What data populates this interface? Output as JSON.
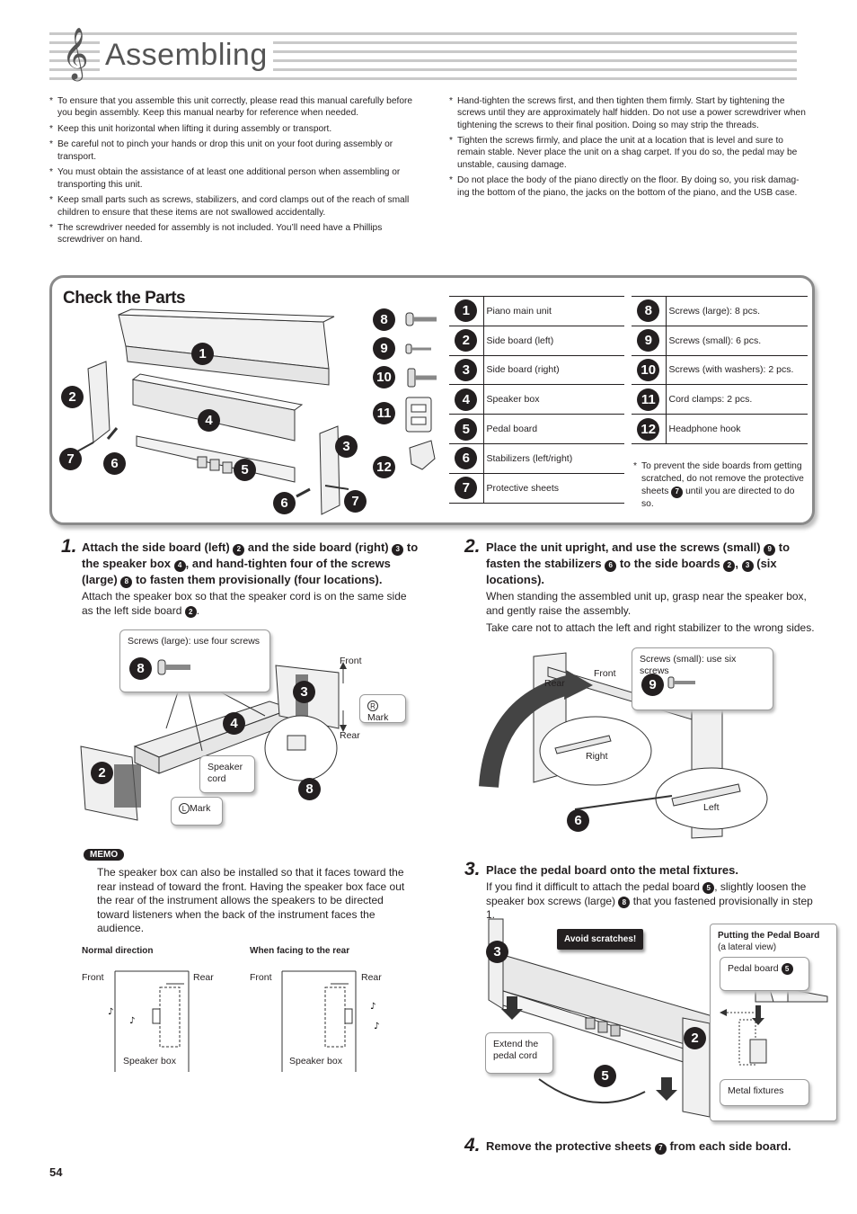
{
  "header": {
    "title": "Assembling"
  },
  "notes_left": [
    "To ensure that you assemble this unit correctly, please read this manual carefully before you begin assembly. Keep this manual nearby for reference when needed.",
    "Keep this unit horizontal when lifting it during assembly or transport.",
    "Be careful not to pinch your hands or drop this unit on your foot during assembly or transport.",
    "You must obtain the assistance of at least one additional person when assembling or transporting this unit.",
    "Keep small parts such as screws, stabilizers, and cord clamps out of the reach of small children to ensure that these items are not swallowed accidentally.",
    "The screwdriver needed for assembly is not included. You’ll need have a Phillips screwdriver on hand."
  ],
  "notes_right": [
    "Hand-tighten the screws first, and then tighten them firmly. Start by tightening the screws until they are approximately half hidden. Do not use a power screwdriver when tightening the screws to their final position. Doing so may strip the threads.",
    "Tighten the screws firmly, and place the unit at a location that is level and sure to remain stable. Never place the unit on a shag carpet. If you do so, the pedal may be unstable, causing damage.",
    "Do not place the body of the piano directly on the floor. By doing so, you risk damag- ing the bottom of the piano, the jacks on the bottom of the piano, and the USB case."
  ],
  "check_parts": {
    "title": "Check the Parts",
    "parts_left": [
      {
        "num": "1",
        "label": "Piano main unit"
      },
      {
        "num": "2",
        "label": "Side board (left)"
      },
      {
        "num": "3",
        "label": "Side board (right)"
      },
      {
        "num": "4",
        "label": "Speaker box"
      },
      {
        "num": "5",
        "label": "Pedal board"
      },
      {
        "num": "6",
        "label": "Stabilizers (left/right)"
      },
      {
        "num": "7",
        "label": "Protective sheets"
      }
    ],
    "parts_right": [
      {
        "num": "8",
        "label": "Screws (large): 8 pcs."
      },
      {
        "num": "9",
        "label": "Screws (small): 6 pcs."
      },
      {
        "num": "10",
        "label": "Screws (with washers): 2 pcs."
      },
      {
        "num": "11",
        "label": "Cord clamps: 2 pcs."
      },
      {
        "num": "12",
        "label": "Headphone hook"
      }
    ],
    "note": "To prevent the side boards from getting scratched, do not remove the protective sheets {7} until you are directed to do so.",
    "diagram_numbers": [
      "1",
      "2",
      "3",
      "4",
      "5",
      "6",
      "7",
      "6",
      "7",
      "8",
      "9",
      "10",
      "11",
      "12"
    ]
  },
  "steps": {
    "s1": {
      "num": "1.",
      "head_parts": [
        "Attach the side board (left) ",
        " and the side board (right) ",
        " to the speaker box ",
        ", and hand-tighten four of the screws (large) ",
        " to fasten them provisionally (four locations)."
      ],
      "head_badges": [
        "2",
        "3",
        "4",
        "8"
      ],
      "body_parts": [
        "Attach the speaker box so that the speaker cord is on the same side as the left side board ",
        "."
      ],
      "body_badges": [
        "2"
      ],
      "callout_screws": "Screws (large): use four screws",
      "front": "Front",
      "rear": "Rear",
      "r_mark": "Mark",
      "r_letter": "R",
      "l_mark": "Mark",
      "l_letter": "L",
      "speaker_cord": "Speaker cord",
      "diagram_numbers": [
        "8",
        "3",
        "4",
        "2",
        "8"
      ]
    },
    "memo": {
      "tag": "MEMO",
      "text": "The speaker box can also be installed so that it faces toward the rear instead of toward the front. Having the speaker box face out the rear of the instrument allows the speakers to be directed toward listeners when the back of the instrument faces the audience.",
      "normal": "Normal direction",
      "facing": "When facing to the rear",
      "front": "Front",
      "rear": "Rear",
      "speaker_box": "Speaker box"
    },
    "s2": {
      "num": "2.",
      "head_parts": [
        "Place the unit upright, and use the screws (small) ",
        " to fasten the stabilizers ",
        " to the side boards ",
        ", ",
        " (six locations)."
      ],
      "head_badges": [
        "9",
        "6",
        "2",
        "3"
      ],
      "body1": "When standing the assembled unit up, grasp near the speaker box, and gently raise the assembly.",
      "body2": "Take care not to attach the left and right stabilizer to the wrong sides.",
      "callout_screws": "Screws (small): use six screws",
      "front": "Front",
      "rear": "Rear",
      "right": "Right",
      "left": "Left",
      "diagram_numbers": [
        "9",
        "6"
      ]
    },
    "s3": {
      "num": "3.",
      "head": "Place the pedal board onto the metal fixtures.",
      "body_parts": [
        "If you find it difficult to attach the pedal board ",
        ", slightly loosen the speaker box screws (large) ",
        " that you fastened provisionally in step 1."
      ],
      "body_badges": [
        "5",
        "8"
      ],
      "avoid": "Avoid scratches!",
      "putting_title": "Putting the Pedal Board",
      "putting_sub": "(a lateral view)",
      "pedal_board": "Pedal board",
      "pedal_badge": "5",
      "metal_fixtures": "Metal fixtures",
      "extend": "Extend the pedal cord",
      "diagram_numbers": [
        "3",
        "2",
        "5"
      ]
    },
    "s4": {
      "num": "4.",
      "head_parts": [
        "Remove the protective sheets ",
        " from each side board."
      ],
      "head_badges": [
        "7"
      ]
    }
  },
  "page_number": "54"
}
